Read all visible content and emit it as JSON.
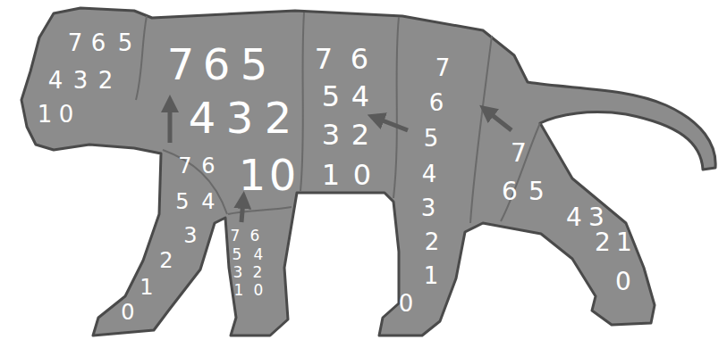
{
  "diagram": {
    "labels": [
      "7",
      "6",
      "5",
      "4",
      "3",
      "2",
      "1",
      "0",
      "7",
      "6",
      "5",
      "4",
      "3",
      "2",
      "1",
      "0",
      "7",
      "6",
      "5",
      "4",
      "3",
      "2",
      "1",
      "0",
      "7",
      "6",
      "5",
      "4",
      "3",
      "2",
      "1",
      "0",
      "7",
      "6",
      "5",
      "4",
      "3",
      "2",
      "1",
      "0",
      "7",
      "6",
      "5",
      "4",
      "3",
      "2",
      "1",
      "0",
      "7",
      "6",
      "5",
      "4",
      "3",
      "2",
      "1",
      "0"
    ]
  }
}
